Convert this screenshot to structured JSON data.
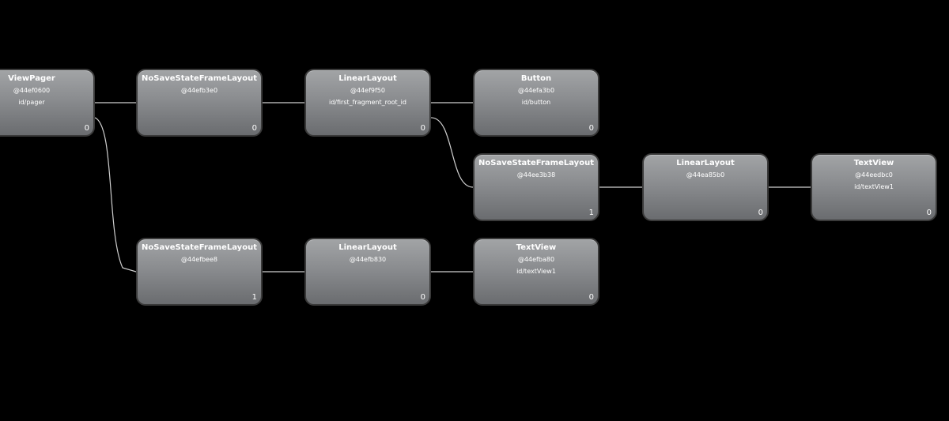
{
  "nodes": [
    {
      "key": "viewpager",
      "title": "ViewPager",
      "addr": "@44ef0600",
      "id": "id/pager",
      "count": "0"
    },
    {
      "key": "nosave-a",
      "title": "NoSaveStateFrameLayout",
      "addr": "@44efb3e0",
      "id": "",
      "count": "0"
    },
    {
      "key": "linear-a",
      "title": "LinearLayout",
      "addr": "@44ef9f50",
      "id": "id/first_fragment_root_id",
      "count": "0"
    },
    {
      "key": "button",
      "title": "Button",
      "addr": "@44efa3b0",
      "id": "id/button",
      "count": "0"
    },
    {
      "key": "nosave-b",
      "title": "NoSaveStateFrameLayout",
      "addr": "@44ee3b38",
      "id": "",
      "count": "1"
    },
    {
      "key": "linear-b",
      "title": "LinearLayout",
      "addr": "@44ea85b0",
      "id": "",
      "count": "0"
    },
    {
      "key": "textview-a",
      "title": "TextView",
      "addr": "@44eedbc0",
      "id": "id/textView1",
      "count": "0"
    },
    {
      "key": "nosave-c",
      "title": "NoSaveStateFrameLayout",
      "addr": "@44efbee8",
      "id": "",
      "count": "1"
    },
    {
      "key": "linear-c",
      "title": "LinearLayout",
      "addr": "@44efb830",
      "id": "",
      "count": "0"
    },
    {
      "key": "textview-b",
      "title": "TextView",
      "addr": "@44efba80",
      "id": "id/textView1",
      "count": "0"
    }
  ],
  "edges": [
    {
      "from": "viewpager",
      "to": "nosave-a"
    },
    {
      "from": "viewpager",
      "to": "nosave-c"
    },
    {
      "from": "nosave-a",
      "to": "linear-a"
    },
    {
      "from": "linear-a",
      "to": "button"
    },
    {
      "from": "linear-a",
      "to": "nosave-b"
    },
    {
      "from": "nosave-b",
      "to": "linear-b"
    },
    {
      "from": "linear-b",
      "to": "textview-a"
    },
    {
      "from": "nosave-c",
      "to": "linear-c"
    },
    {
      "from": "linear-c",
      "to": "textview-b"
    }
  ]
}
